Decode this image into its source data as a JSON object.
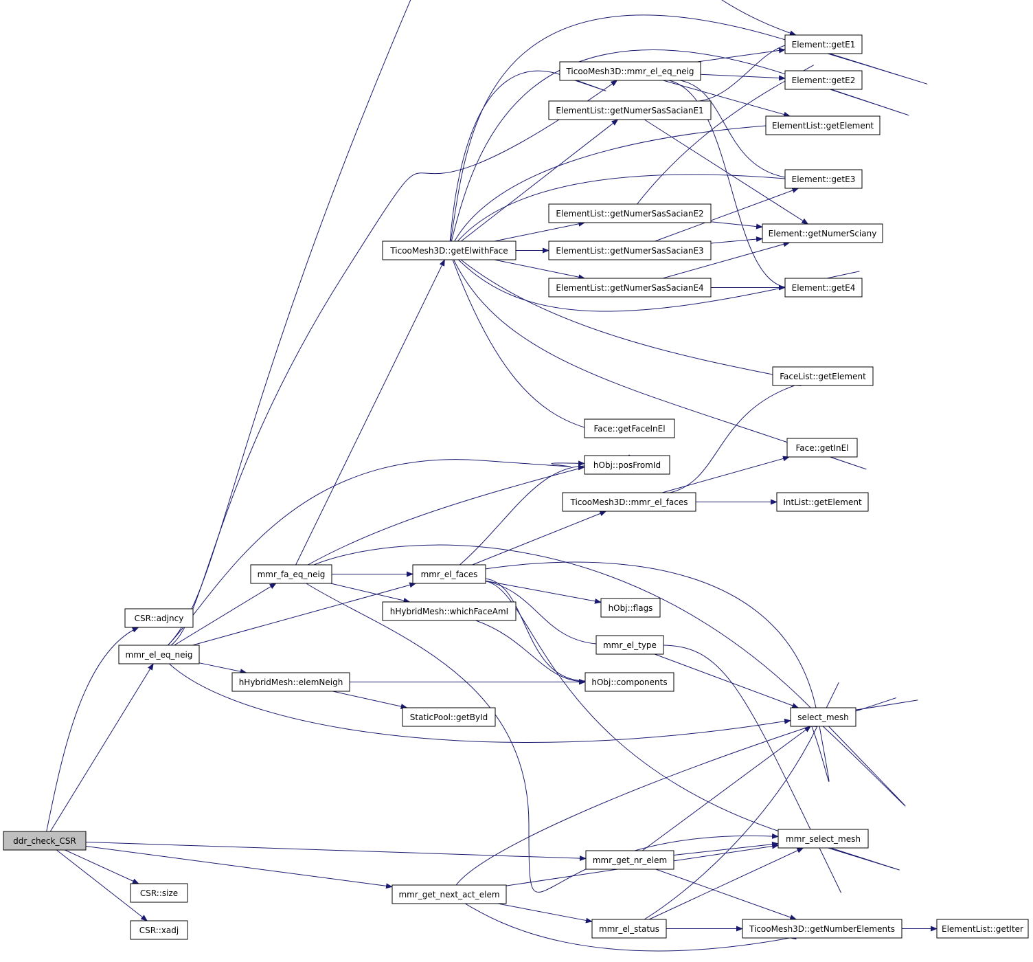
{
  "diagram": {
    "edge_color": "#191970",
    "root_fill": "#bfbfbf",
    "nodes": [
      {
        "id": "ddr",
        "label": "ddr_check_CSR",
        "root": true
      },
      {
        "id": "adjncy",
        "label": "CSR::adjncy"
      },
      {
        "id": "elEqNeig",
        "label": "mmr_el_eq_neig"
      },
      {
        "id": "size",
        "label": "CSR::size"
      },
      {
        "id": "xadj",
        "label": "CSR::xadj"
      },
      {
        "id": "faEqNeig",
        "label": "mmr_fa_eq_neig"
      },
      {
        "id": "elemNeigh",
        "label": "hHybridMesh::elemNeigh"
      },
      {
        "id": "getElwithFace",
        "label": "TicooMesh3D::getElwithFace"
      },
      {
        "id": "elFaces",
        "label": "mmr_el_faces"
      },
      {
        "id": "whichFaceAmI",
        "label": "hHybridMesh::whichFaceAmI"
      },
      {
        "id": "getById",
        "label": "StaticPool::getById"
      },
      {
        "id": "getNrElem",
        "label": "mmr_get_nr_elem"
      },
      {
        "id": "nextActElem",
        "label": "mmr_get_next_act_elem"
      },
      {
        "id": "elStatus",
        "label": "mmr_el_status"
      },
      {
        "id": "tmElEqNeig",
        "label": "TicooMesh3D::mmr_el_eq_neig"
      },
      {
        "id": "sas1",
        "label": "ElementList::getNumerSasSacianE1"
      },
      {
        "id": "sas2",
        "label": "ElementList::getNumerSasSacianE2"
      },
      {
        "id": "sas3",
        "label": "ElementList::getNumerSasSacianE3"
      },
      {
        "id": "sas4",
        "label": "ElementList::getNumerSasSacianE4"
      },
      {
        "id": "getFaceInEl",
        "label": "Face::getFaceInEl"
      },
      {
        "id": "posFromId",
        "label": "hObj::posFromId"
      },
      {
        "id": "tmElFaces",
        "label": "TicooMesh3D::mmr_el_faces"
      },
      {
        "id": "flags",
        "label": "hObj::flags"
      },
      {
        "id": "elType",
        "label": "mmr_el_type"
      },
      {
        "id": "components",
        "label": "hObj::components"
      },
      {
        "id": "getE1",
        "label": "Element::getE1"
      },
      {
        "id": "getE2",
        "label": "Element::getE2"
      },
      {
        "id": "elGetElement",
        "label": "ElementList::getElement"
      },
      {
        "id": "getE3",
        "label": "Element::getE3"
      },
      {
        "id": "getNumerSciany",
        "label": "Element::getNumerSciany"
      },
      {
        "id": "getE4",
        "label": "Element::getE4"
      },
      {
        "id": "faceListGetElement",
        "label": "FaceList::getElement"
      },
      {
        "id": "getInEl",
        "label": "Face::getInEl"
      },
      {
        "id": "intListGetElement",
        "label": "IntList::getElement"
      },
      {
        "id": "selectMesh",
        "label": "select_mesh"
      },
      {
        "id": "mmrSelectMesh",
        "label": "mmr_select_mesh"
      },
      {
        "id": "getNumberElements",
        "label": "TicooMesh3D::getNumberElements"
      },
      {
        "id": "getIter",
        "label": "ElementList::getIter"
      }
    ]
  }
}
